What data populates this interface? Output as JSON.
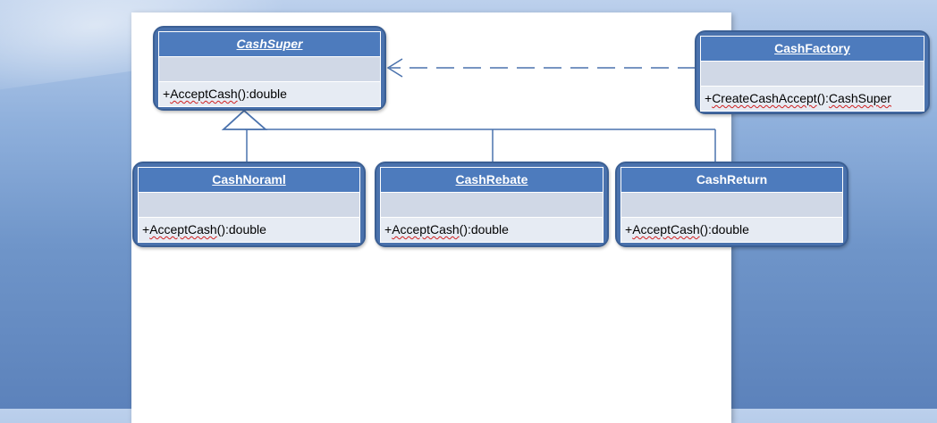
{
  "classes": {
    "cash_super": {
      "name": "CashSuper",
      "op_prefix": "+",
      "op_name": "AcceptCash",
      "op_suffix": "():double"
    },
    "cash_factory": {
      "name": "CashFactory",
      "op_prefix": "+",
      "op_name": "CreateCashAccept",
      "op_mid": "():",
      "op_type": "CashSuper"
    },
    "cash_noraml": {
      "name": "CashNoraml",
      "op_prefix": "+",
      "op_name": "AcceptCash",
      "op_suffix": "():double"
    },
    "cash_rebate": {
      "name": "CashRebate",
      "op_prefix": "+",
      "op_name": "AcceptCash",
      "op_suffix": "():double"
    },
    "cash_return": {
      "name": "CashReturn",
      "op_prefix": "+",
      "op_name": "AcceptCash",
      "op_suffix": "():double"
    }
  },
  "relations": [
    {
      "type": "dependency",
      "from": "CashFactory",
      "to": "CashSuper"
    },
    {
      "type": "generalization",
      "from": "CashNoraml",
      "to": "CashSuper"
    },
    {
      "type": "generalization",
      "from": "CashRebate",
      "to": "CashSuper"
    },
    {
      "type": "generalization",
      "from": "CashReturn",
      "to": "CashSuper"
    }
  ],
  "colors": {
    "class_fill": "#4a72ad",
    "class_border": "#3b5f94",
    "attr_band": "#d0d8e6",
    "op_band": "#e6ebf3",
    "line": "#4a72ad"
  }
}
